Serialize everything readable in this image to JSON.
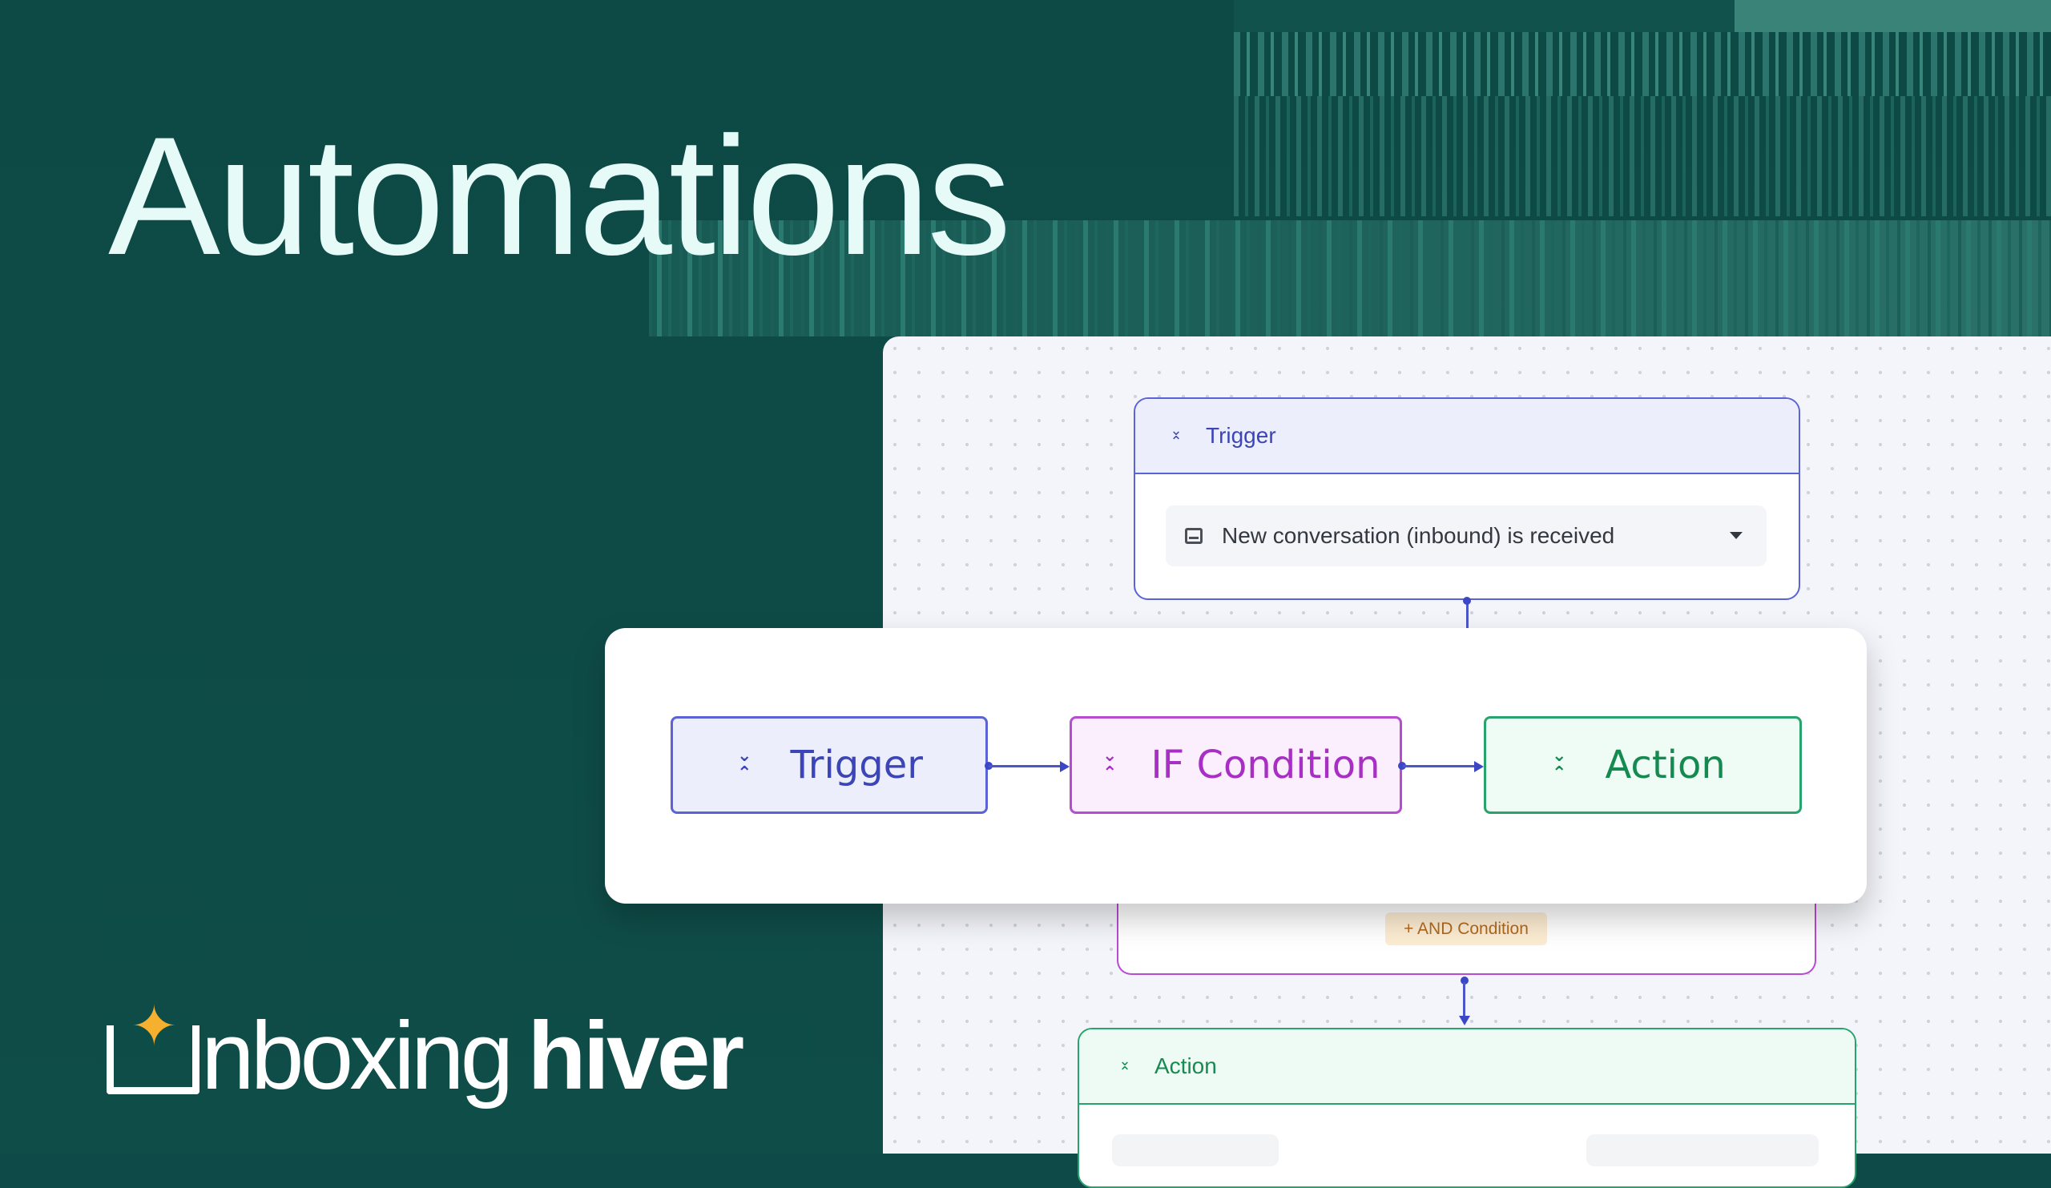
{
  "headline": "Automations",
  "canvas": {
    "trigger_node": {
      "title": "Trigger",
      "dropdown_value": "New conversation (inbound) is received"
    },
    "condition_node": {
      "add_condition_label": "+ AND Condition"
    },
    "action_node": {
      "title": "Action"
    }
  },
  "flow_card": {
    "steps": [
      {
        "label": "Trigger"
      },
      {
        "label": "IF Condition"
      },
      {
        "label": "Action"
      }
    ]
  },
  "brand": {
    "logo_word1": "nboxing",
    "logo_word2": "hiver",
    "accent": "#f4b02e"
  },
  "colors": {
    "background": "#0e4a47",
    "trigger": "#5b63d6",
    "condition": "#b64cd1",
    "action": "#27a36b"
  }
}
